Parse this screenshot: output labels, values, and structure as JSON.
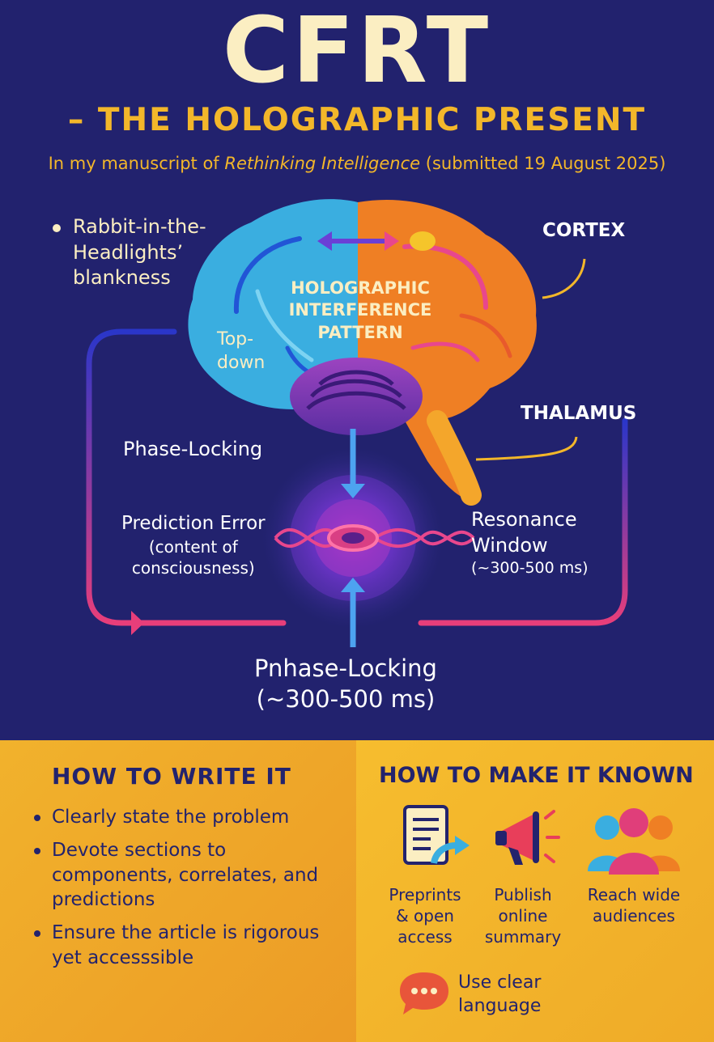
{
  "header": {
    "title": "CFRT",
    "subtitle": "– THE HOLOGRAPHIC PRESENT",
    "intro_prefix": "In my manuscript of ",
    "intro_book": "Rethinking Intelligence",
    "intro_suffix": " (submitted 19 August 2025)"
  },
  "diagram": {
    "blankness_line1": "Rabbit-in-the-",
    "blankness_line2": "Headlights’",
    "blankness_line3": "blankness",
    "cortex": "CORTEX",
    "holographic_line1": "HOLOGRAPHIC",
    "holographic_line2": "INTERFERENCE",
    "holographic_line3": "PATTERN",
    "topdown_line1": "Top-",
    "topdown_line2": "down",
    "thalamus": "THALAMUS",
    "phase_locking": "Phase-Locking",
    "prediction_line1": "Prediction Error",
    "prediction_line2": "(content of",
    "prediction_line3": "consciousness)",
    "resonance_line1": "Resonance",
    "resonance_line2": "Window",
    "resonance_line3": "(~300-500 ms)",
    "bottom_line1": "Pnhase-Locking",
    "bottom_line2": "(~300-500 ms)"
  },
  "write": {
    "title": "HOW TO WRITE IT",
    "items": [
      "Clearly state the problem",
      "Devote sections to components, correlates, and predictions",
      "Ensure the article is rigorous yet accesssible"
    ]
  },
  "share": {
    "title": "HOW TO MAKE IT KNOWN",
    "preprints": "Preprints & open access",
    "publish": "Publish online summary",
    "reach": "Reach wide audiences",
    "clear": "Use clear language"
  },
  "colors": {
    "background": "#22226e",
    "title": "#fbeec2",
    "accent": "#f3b72a",
    "cortex_left": "#3aaee0",
    "cortex_right": "#ef7f24",
    "thalamus": "#7b3bb0",
    "loop_pink": "#e83e7a"
  },
  "icons": [
    "bullet-icon",
    "document-share-icon",
    "megaphone-icon",
    "people-group-icon",
    "speech-bubble-icon"
  ]
}
